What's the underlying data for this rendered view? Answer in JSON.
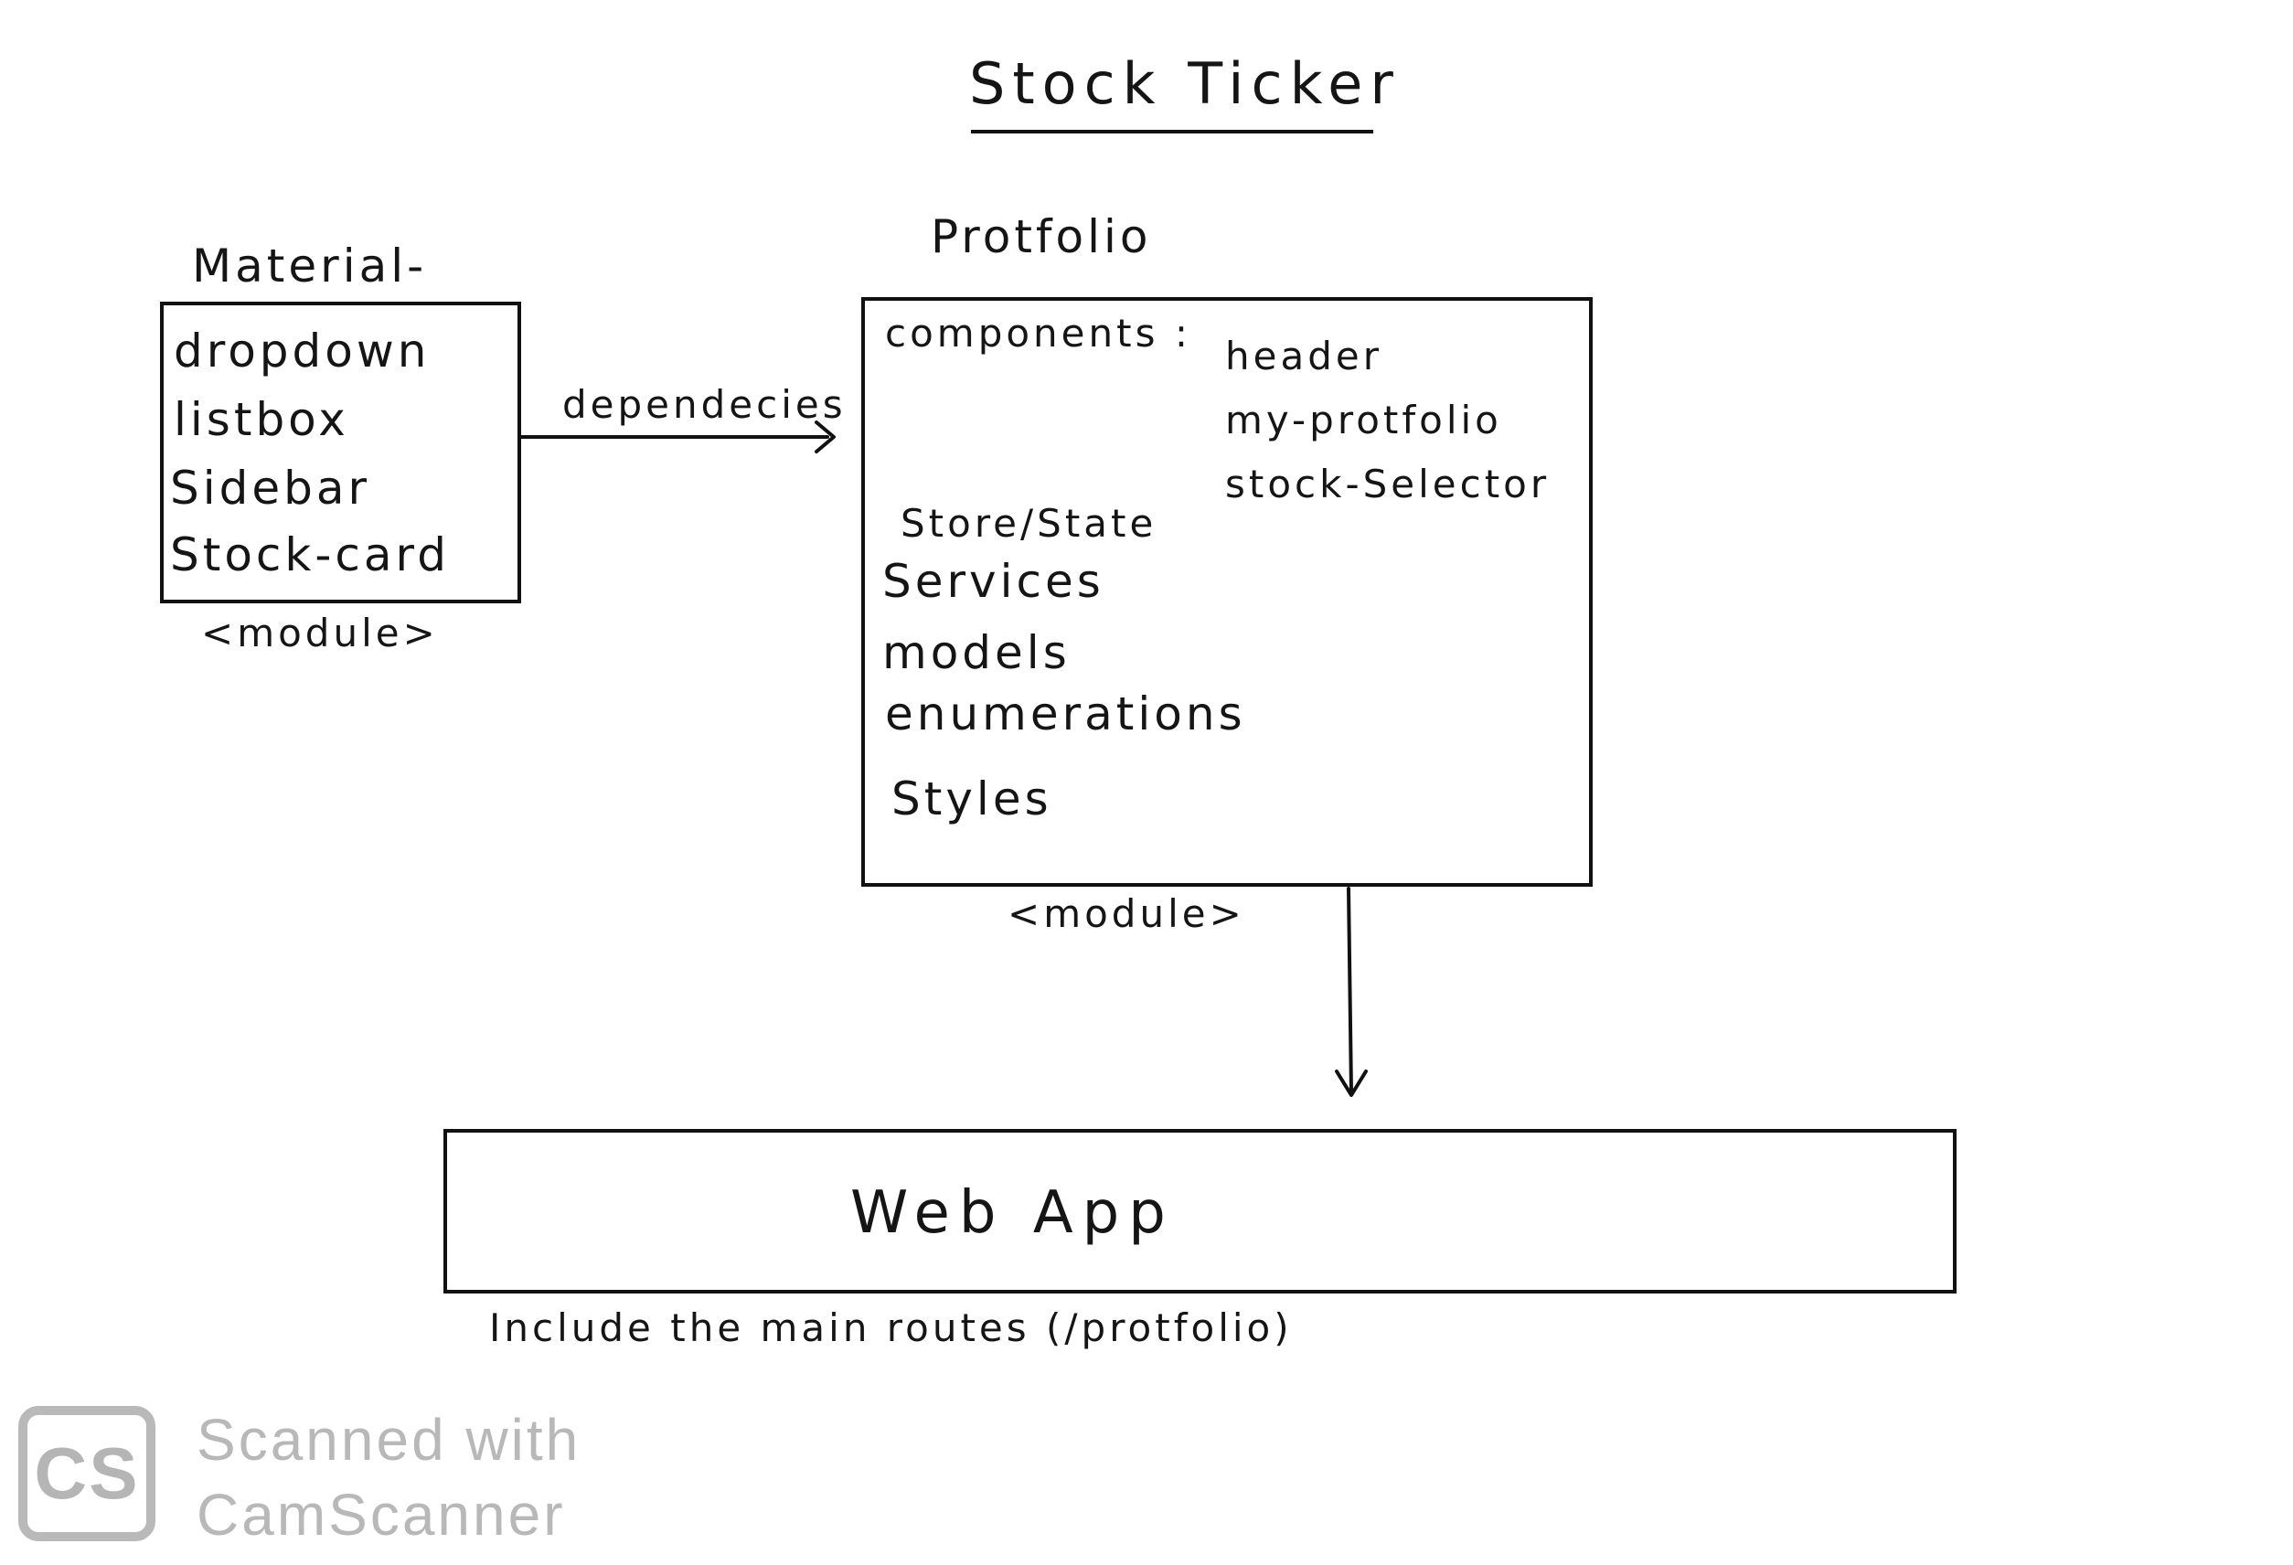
{
  "title": "Stock Ticker",
  "material": {
    "title": "Material-",
    "items": [
      "dropdown",
      "listbox",
      "Sidebar",
      "Stock-card"
    ],
    "module_label": "<module>"
  },
  "dependency_label": "dependecies",
  "portfolio": {
    "title": "Protfolio",
    "components_label": "components :",
    "components": [
      "header",
      "my-protfolio",
      "stock-Selector"
    ],
    "folders": [
      "Store/State",
      "Services",
      "models",
      "enumerations",
      "Styles"
    ],
    "module_label": "<module>"
  },
  "webapp": {
    "title": "Web App",
    "note": "Include the main routes (/protfolio)"
  },
  "watermark": {
    "logo": "CS",
    "line1": "Scanned with",
    "line2": "CamScanner"
  }
}
